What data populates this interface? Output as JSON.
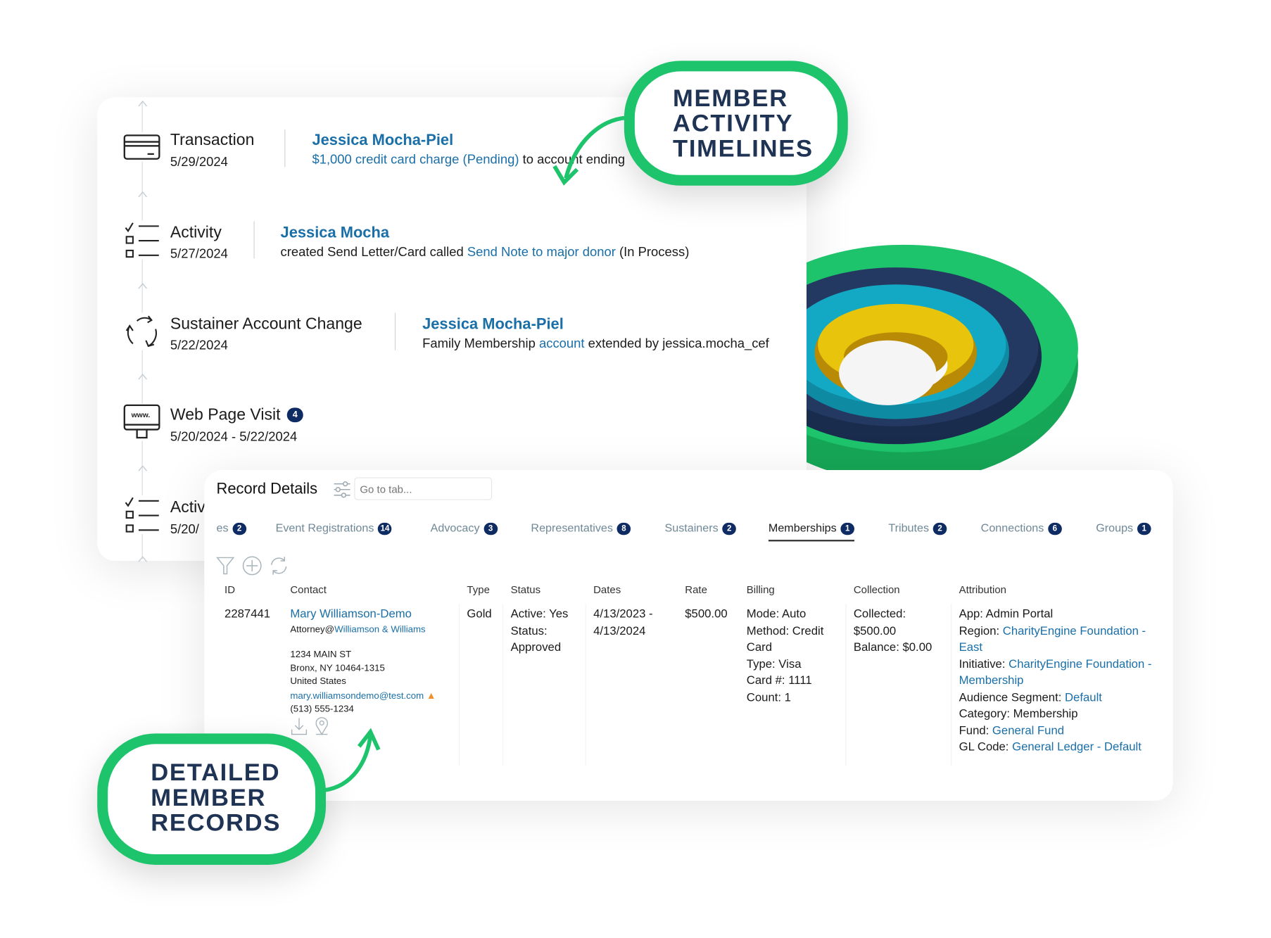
{
  "callouts": {
    "timelines": [
      "MEMBER",
      "ACTIVITY",
      "TIMELINES"
    ],
    "records": [
      "DETAILED",
      "MEMBER",
      "RECORDS"
    ]
  },
  "timeline": {
    "items": [
      {
        "icon": "credit-card-icon",
        "title": "Transaction",
        "date": "5/29/2024",
        "name": "Jessica Mocha-Piel",
        "desc_link": "$1,000 credit card charge (Pending)",
        "desc_after": " to account ending in"
      },
      {
        "icon": "checklist-icon",
        "title": "Activity",
        "date": "5/27/2024",
        "name": "Jessica Mocha",
        "desc_before": "created Send Letter/Card called ",
        "desc_link": "Send Note to major donor",
        "desc_after": " (In Process)"
      },
      {
        "icon": "refresh-arrows-icon",
        "title": "Sustainer Account Change",
        "date": "5/22/2024",
        "name": "Jessica Mocha-Piel",
        "desc_before": "Family Membership ",
        "desc_link": "account",
        "desc_after": " extended by jessica.mocha_cef"
      },
      {
        "icon": "web-monitor-icon",
        "title": "Web Page Visit",
        "badge": "4",
        "date": "5/20/2024 - 5/22/2024",
        "monitor_text": "www."
      },
      {
        "icon": "checklist-icon",
        "title": "Activ",
        "date": "5/20/"
      }
    ]
  },
  "record": {
    "title": "Record Details",
    "goto_placeholder": "Go to tab...",
    "tabs": [
      {
        "label": "es",
        "count": "2"
      },
      {
        "label": "Event Registrations",
        "count": "14"
      },
      {
        "label": "Advocacy",
        "count": "3"
      },
      {
        "label": "Representatives",
        "count": "8"
      },
      {
        "label": "Sustainers",
        "count": "2"
      },
      {
        "label": "Memberships",
        "count": "1",
        "active": true
      },
      {
        "label": "Tributes",
        "count": "2"
      },
      {
        "label": "Connections",
        "count": "6"
      },
      {
        "label": "Groups",
        "count": "1"
      }
    ],
    "columns": [
      "ID",
      "Contact",
      "Type",
      "Status",
      "Dates",
      "Rate",
      "Billing",
      "Collection",
      "Attribution"
    ],
    "row": {
      "id": "2287441",
      "contact_name": "Mary Williamson-Demo",
      "contact_title": "Attorney@",
      "contact_org": "Williamson & Williams",
      "address1": "1234 MAIN ST",
      "address2": "Bronx, NY 10464-1315",
      "country": "United States",
      "email": "mary.williamsondemo@test.com",
      "phone": "(513) 555-1234",
      "type": "Gold",
      "status": [
        "Active: Yes",
        "Status:",
        "Approved"
      ],
      "dates": [
        "4/13/2023 -",
        "4/13/2024"
      ],
      "rate": "$500.00",
      "billing": [
        "Mode: Auto",
        "Method: Credit",
        "Card",
        "Type: Visa",
        "Card #: 1111",
        "Count: 1"
      ],
      "collection": [
        "Collected:",
        "$500.00",
        "Balance: $0.00"
      ],
      "attribution": {
        "app_label": "App: Admin Portal",
        "region_label": "Region: ",
        "region": "CharityEngine Foundation - East",
        "initiative_label": "Initiative: ",
        "initiative": "CharityEngine Foundation - Membership",
        "segment_label": "Audience Segment: ",
        "segment": "Default",
        "category_label": "Category: Membership",
        "fund_label": "Fund: ",
        "fund": "General Fund",
        "gl_label": "GL Code: ",
        "gl": "General Ledger - Default"
      }
    }
  },
  "colors": {
    "green": "#1ec46b",
    "navy": "#1f3354",
    "link": "#1a6fa8",
    "badge": "#0f2b63",
    "ring_teal": "#13a9c4",
    "ring_yellow": "#e9c40c"
  }
}
